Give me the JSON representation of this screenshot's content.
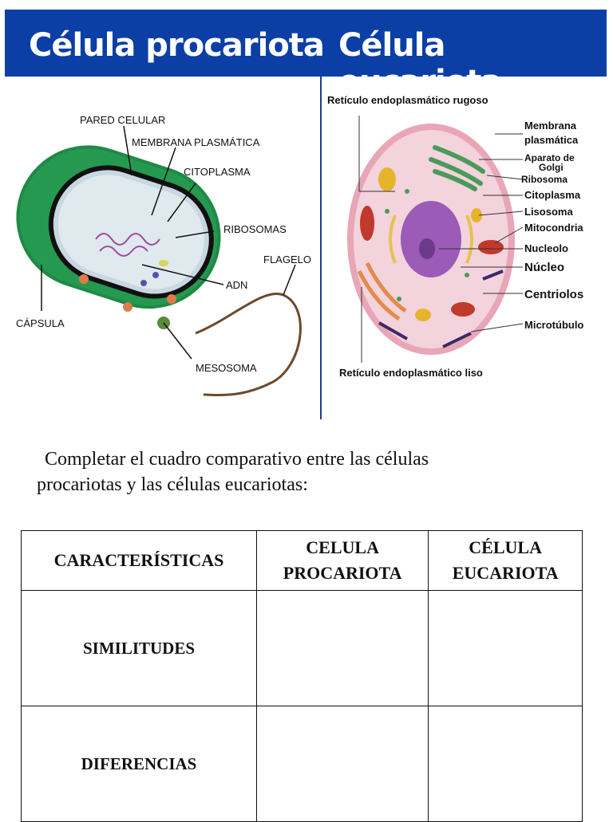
{
  "banner": {
    "title_left": "Célula procariota",
    "title_right": "Célula eucariota",
    "color": "#0b3fa6"
  },
  "procariota_labels": {
    "pared": "PARED CELULAR",
    "membrana": "MEMBRANA PLASMÁTICA",
    "citoplasma": "CITOPLASMA",
    "ribosomas": "RIBOSOMAS",
    "flagelo": "FLAGELO",
    "adn": "ADN",
    "capsula": "CÁPSULA",
    "mesosoma": "MESOSOMA"
  },
  "eucariota_labels": {
    "re_rugoso": "Retículo endoplasmático rugoso",
    "membrana_1": "Membrana",
    "membrana_2": "plasmática",
    "golgi_1": "Aparato de",
    "golgi_2": "Golgi",
    "ribosoma": "Ribosoma",
    "citoplasma": "Citoplasma",
    "lisosoma": "Lisosoma",
    "mitocondria": "Mitocondria",
    "nucleolo": "Nucleolo",
    "nucleo": "Núcleo",
    "centriolos": "Centriolos",
    "microtubulo": "Microtúbulo",
    "re_liso": "Retículo endoplasmático liso"
  },
  "instruction": {
    "line1": "Completar el cuadro comparativo entre las células",
    "line2": "procariotas y las células eucariotas:"
  },
  "table": {
    "headers": [
      "CARACTERÍSTICAS",
      "CELULA PROCARIOTA",
      "CÉLULA EUCARIOTA"
    ],
    "header_lines": {
      "pro_1": "CELULA",
      "pro_2": "PROCARIOTA",
      "euc_1": "CÉLULA",
      "euc_2": "EUCARIOTA"
    },
    "rows": [
      "SIMILITUDES",
      "DIFERENCIAS"
    ]
  }
}
